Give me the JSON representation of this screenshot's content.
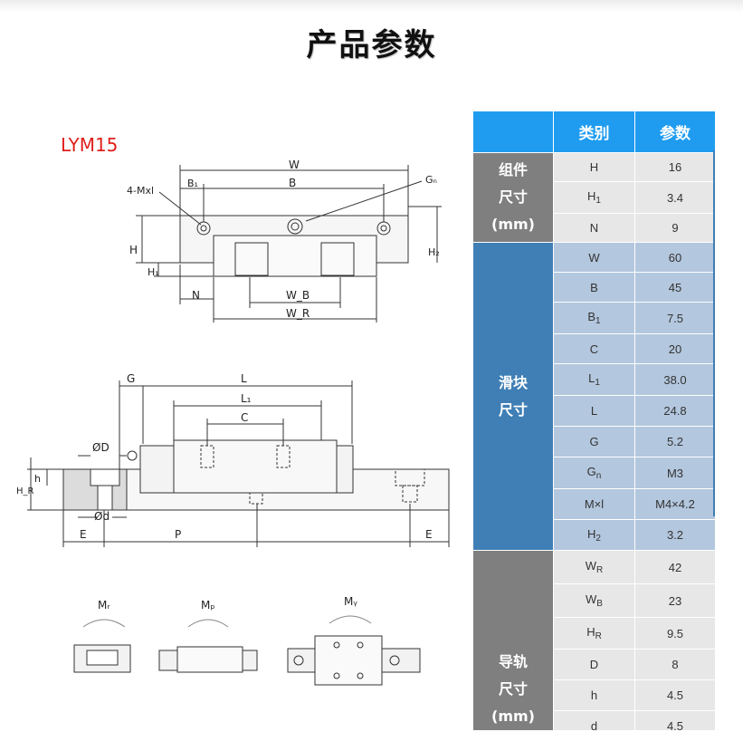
{
  "page": {
    "title": "产品参数"
  },
  "model": "LYM15",
  "table": {
    "headers": {
      "col1": "",
      "col2": "类别",
      "col3": "参数"
    },
    "groups": [
      {
        "label_lines": [
          "组件",
          "尺寸",
          "(mm)"
        ],
        "theme": "grey",
        "rows": [
          {
            "name": "H",
            "sub": "",
            "value": "16"
          },
          {
            "name": "H",
            "sub": "1",
            "value": "3.4"
          },
          {
            "name": "N",
            "sub": "",
            "value": "9"
          }
        ]
      },
      {
        "label_lines": [
          "滑块",
          "尺寸"
        ],
        "theme": "blue",
        "rows": [
          {
            "name": "W",
            "sub": "",
            "value": "60"
          },
          {
            "name": "B",
            "sub": "",
            "value": "45"
          },
          {
            "name": "B",
            "sub": "1",
            "value": "7.5"
          },
          {
            "name": "C",
            "sub": "",
            "value": "20"
          },
          {
            "name": "L",
            "sub": "1",
            "value": "38.0"
          },
          {
            "name": "L",
            "sub": "",
            "value": "24.8"
          },
          {
            "name": "G",
            "sub": "",
            "value": "5.2"
          },
          {
            "name": "G",
            "sub": "n",
            "value": "M3"
          },
          {
            "name": "M×l",
            "sub": "",
            "value": "M4×4.2"
          },
          {
            "name": "H",
            "sub": "2",
            "value": "3.2"
          }
        ]
      },
      {
        "label_lines": [
          "导轨",
          "尺寸",
          "(mm)"
        ],
        "theme": "grey",
        "rows": [
          {
            "name": "W",
            "sub": "R",
            "value": "42"
          },
          {
            "name": "W",
            "sub": "B",
            "value": "23"
          },
          {
            "name": "H",
            "sub": "R",
            "value": "9.5"
          },
          {
            "name": "D",
            "sub": "",
            "value": "8"
          },
          {
            "name": "h",
            "sub": "",
            "value": "4.5"
          },
          {
            "name": "d",
            "sub": "",
            "value": "4.5"
          }
        ]
      }
    ]
  },
  "drawing_labels": {
    "W": "W",
    "B": "B",
    "B1": "B₁",
    "four_mxl": "4-Mxl",
    "Gn": "Gₙ",
    "H": "H",
    "H1": "H₁",
    "H2": "H₂",
    "N": "N",
    "WB": "W_B",
    "WR": "W_R",
    "G": "G",
    "L": "L",
    "L1": "L₁",
    "C": "C",
    "phiD": "ØD",
    "phid": "Ød",
    "h": "h",
    "HR": "H_R",
    "E_left": "E",
    "P": "P",
    "E_right": "E",
    "Mr": "Mᵣ",
    "Mp": "Mₚ",
    "My": "Mᵧ"
  },
  "colors": {
    "header_blue": "#1f9cf0",
    "group_grey": "#7f7f7f",
    "group_blue": "#3f7fb5",
    "row_grey": "#e7e7e7",
    "row_blue": "#b3c7de",
    "model_red": "#e0201c"
  }
}
